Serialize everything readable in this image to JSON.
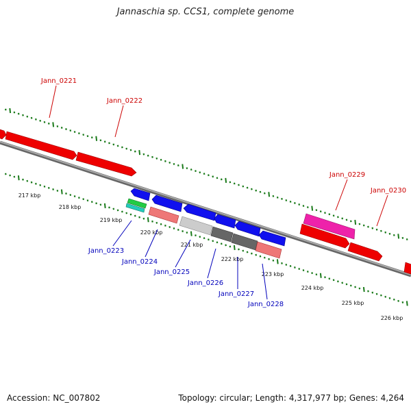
{
  "header": {
    "title": "Jannaschia sp. CCS1, complete genome"
  },
  "footer": {
    "accession": "Accession: NC_007802",
    "summary": "Topology: circular; Length: 4,317,977 bp; Genes: 4,264"
  },
  "colors": {
    "backbone": "#888888",
    "tick": "#1a7a1a",
    "label_forward": "#cc0000",
    "label_reverse": "#0000bb",
    "gene_red": "#ee0000",
    "gene_magenta": "#ee22aa",
    "gene_blue": "#1010ee",
    "gene_salmon": "#ee7777",
    "gene_green": "#22cc44",
    "gene_cyan": "#22ccbb",
    "gene_lightgray": "#cccccc",
    "gene_darkgray": "#666666"
  },
  "scale": {
    "labels": [
      "217 kbp",
      "218 kbp",
      "219 kbp",
      "220 kbp",
      "221 kbp",
      "222 kbp",
      "223 kbp",
      "224 kbp",
      "225 kbp",
      "226 kbp"
    ]
  },
  "forward_labels": [
    "Jann_0221",
    "Jann_0222",
    "Jann_0229",
    "Jann_0230"
  ],
  "reverse_labels": [
    "Jann_0223",
    "Jann_0224",
    "Jann_0225",
    "Jann_0226",
    "Jann_0227",
    "Jann_0228"
  ]
}
